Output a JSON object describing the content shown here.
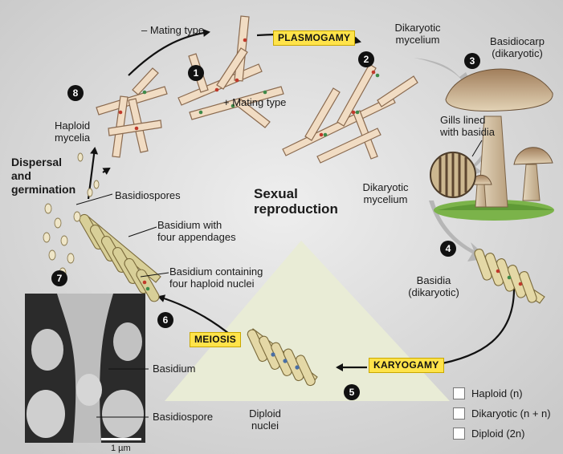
{
  "labels": {
    "minus_mating_type": "– Mating type",
    "plus_mating_type": "+ Mating type",
    "plasmogamy": "PLASMOGAMY",
    "dikaryotic_mycelium_top": "Dikaryotic\nmycelium",
    "basidiocarp": "Basidiocarp\n(dikaryotic)",
    "gills": "Gills lined\nwith basidia",
    "dikaryotic_mycelium_mid": "Dikaryotic\nmycelium",
    "basidia_dikaryotic": "Basidia\n(dikaryotic)",
    "karyogamy": "KARYOGAMY",
    "diploid_nuclei": "Diploid\nnuclei",
    "meiosis": "MEIOSIS",
    "basidium_four_nuclei": "Basidium containing\nfour haploid nuclei",
    "basidium_appendages": "Basidium with\nfour appendages",
    "basidiospores": "Basidiospores",
    "dispersal": "Dispersal\nand\ngermination",
    "haploid_mycelia": "Haploid\nmycelia",
    "sexual_reproduction": "Sexual\nreproduction",
    "basidium": "Basidium",
    "basidiospore": "Basidiospore",
    "scale_bar": "1 µm"
  },
  "steps": [
    "1",
    "2",
    "3",
    "4",
    "5",
    "6",
    "7",
    "8"
  ],
  "legend": [
    {
      "label": "Haploid (n)"
    },
    {
      "label": "Dikaryotic (n + n)"
    },
    {
      "label": "Diploid (2n)"
    }
  ],
  "colors": {
    "hypha_fill": "#f1dcc3",
    "hypha_stroke": "#8a6a4f",
    "basidium_fill": "#d8cf98",
    "nucleus_red": "#c0392b",
    "nucleus_green": "#3f8a4a",
    "nucleus_blue": "#4a6fa5",
    "tag_yellow": "#ffe34a",
    "triangle": "#e9ecd6",
    "background": "#dcdcdc"
  }
}
